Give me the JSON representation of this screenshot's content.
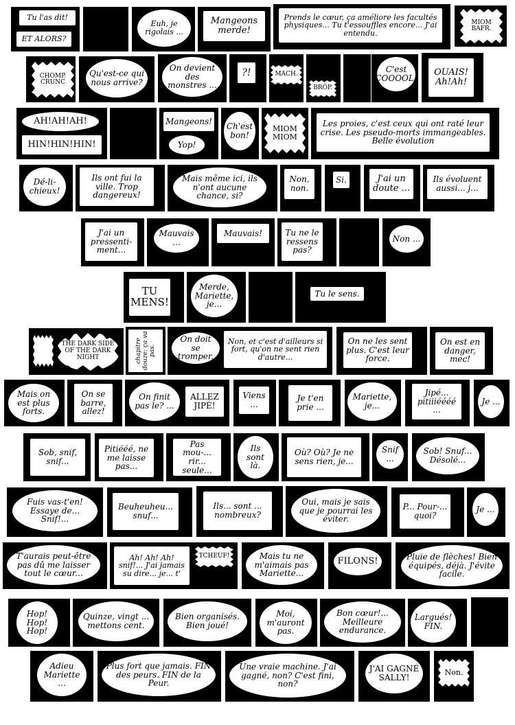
{
  "page": {
    "background": "#ffffff",
    "ink": "#000000",
    "title_panel": {
      "text": "THE DARK SIDE OF THE DARK NIGHT",
      "ornament": "✱"
    },
    "chapter_label": "chapitre douze: ça va pas."
  },
  "rows": [
    {
      "panels": [
        {
          "balloons": [
            "Tu l'as dit!",
            "ET ALORS?"
          ]
        },
        {
          "balloons": []
        },
        {
          "balloons": [
            "Euh, je rigolais ..."
          ]
        },
        {
          "balloons": [
            "Mangeons merde!"
          ]
        },
        {
          "balloons": [
            "Prends le cœur, ça améliore les facultés physiques... Tu t'essouffles encore... J'ai entendu."
          ]
        },
        {
          "balloons": [
            "MIOM BAFR."
          ]
        }
      ]
    },
    {
      "panels": [
        {
          "balloons": [
            "CHOMP. CRUNC"
          ]
        },
        {
          "balloons": [
            "Qu'est-ce qui nous arrive?"
          ]
        },
        {
          "balloons": [
            "On devient des monstres ..."
          ]
        },
        {
          "balloons": [
            "?!"
          ]
        },
        {
          "balloons": [
            "MACH."
          ]
        },
        {
          "balloons": [
            "BRÔP."
          ]
        },
        {
          "balloons": []
        },
        {
          "balloons": [
            "C'est COOOOL!"
          ]
        },
        {
          "balloons": [
            "OUAIS! Ah!Ah!"
          ]
        }
      ]
    },
    {
      "panels": [
        {
          "balloons": [
            "AH!AH!AH!",
            "HIN!HIN!HIN!"
          ]
        },
        {
          "balloons": []
        },
        {
          "balloons": [
            "Mangeons!",
            "Yop!"
          ]
        },
        {
          "balloons": [
            "Ch'est bon!"
          ]
        },
        {
          "balloons": [
            "MIOM MIOM"
          ]
        },
        {
          "balloons": [
            "Les proies, c'est ceux qui ont raté leur crise. Les pseudo-morts immangeables. Belle évolution"
          ]
        }
      ]
    },
    {
      "panels": [
        {
          "balloons": [
            "Dé-li-chieux!"
          ]
        },
        {
          "balloons": [
            "Ils ont fui la ville. Trop dangereux!"
          ]
        },
        {
          "balloons": [
            "Mais même ici, ils n'ont aucune chance, si?"
          ]
        },
        {
          "balloons": [
            "Non, non."
          ]
        },
        {
          "balloons": [
            "Si."
          ]
        },
        {
          "balloons": [
            "J'ai un doute ..."
          ]
        },
        {
          "balloons": [
            "Ils évoluent aussi... j..."
          ]
        }
      ]
    },
    {
      "panels": [
        {
          "balloons": [
            "J'ai un pressenti-ment..."
          ]
        },
        {
          "balloons": [
            "Mauvais ..."
          ]
        },
        {
          "balloons": [
            "Mauvais!"
          ]
        },
        {
          "balloons": [
            "Tu ne le ressens pas?"
          ]
        },
        {
          "balloons": []
        },
        {
          "balloons": [
            "Non ..."
          ]
        }
      ]
    },
    {
      "panels": [
        {
          "balloons": [
            "TU MENS!"
          ]
        },
        {
          "balloons": [
            "Merde, Mariette, je..."
          ]
        },
        {
          "balloons": []
        },
        {
          "balloons": [
            "Tu le sens."
          ]
        }
      ]
    },
    {
      "panels": [
        {
          "balloons": []
        },
        {
          "balloons": []
        },
        {
          "balloons": [
            "On doit se tromper.",
            "Non, et c'est d'ailleurs si fort, qu'on ne sent rien d'autre..."
          ]
        },
        {
          "balloons": [
            "On ne les sent plus. C'est leur force."
          ]
        },
        {
          "balloons": [
            "On est en danger, mec!"
          ]
        }
      ]
    },
    {
      "panels": [
        {
          "balloons": [
            "Mais on est plus forts."
          ]
        },
        {
          "balloons": [
            "On se barre, allez!"
          ]
        },
        {
          "balloons": [
            "On finit pas le? ...",
            "ALLEZ JIPÉ!"
          ]
        },
        {
          "balloons": [
            "Viens ..."
          ]
        },
        {
          "balloons": [
            "Je t'en prie ..."
          ]
        },
        {
          "balloons": [
            "Mariette, je..."
          ]
        },
        {
          "balloons": [
            "Jipé... pitiiiéééé ..."
          ]
        },
        {
          "balloons": [
            "Je ..."
          ]
        }
      ]
    },
    {
      "panels": [
        {
          "balloons": [
            "Sob, snif, snif..."
          ]
        },
        {
          "balloons": [
            "Pitiééé, ne me laisse pas..."
          ]
        },
        {
          "balloons": [
            "Pas mou-... rir... seule..."
          ]
        },
        {
          "balloons": [
            "Ils sont là."
          ]
        },
        {
          "balloons": [
            "Où? Où? Je ne sens rien, je..."
          ]
        },
        {
          "balloons": [
            "Snif ..."
          ]
        },
        {
          "balloons": [
            "Sob! Snuf... Désolé..."
          ]
        }
      ]
    },
    {
      "panels": [
        {
          "balloons": [
            "Fuis vas-t'en! Essaye de... Snif!..."
          ]
        },
        {
          "balloons": [
            "Beuheuheu... snuf..."
          ]
        },
        {
          "balloons": [
            "Ils... sont ... nombreux?"
          ]
        },
        {
          "balloons": [
            "Oui, mais je sais que je pourrai les éviter."
          ]
        },
        {
          "balloons": [
            "P... Pour-... quoi?"
          ]
        },
        {
          "balloons": [
            "Je ..."
          ]
        }
      ]
    },
    {
      "panels": [
        {
          "balloons": [
            "T'aurais peut-être pas dû me laisser tout le cœur..."
          ]
        },
        {
          "balloons": [
            "Ah! Ah! Ah! snif!... J'ai jamais su dire... je... t'",
            "TCHEUF!"
          ]
        },
        {
          "balloons": [
            "Mais tu ne m'aimais pas Mariette..."
          ]
        },
        {
          "balloons": [
            "FILONS!"
          ]
        },
        {
          "balloons": [
            "Pluie de flèches! Bien équipés, déjà. J'évite facile."
          ]
        }
      ]
    },
    {
      "panels": [
        {
          "balloons": [
            "Hop! Hop! Hop!"
          ]
        },
        {
          "balloons": [
            "Quinze, vingt ... mettons cent."
          ]
        },
        {
          "balloons": [
            "Bien organisés. Bien joué!"
          ]
        },
        {
          "balloons": [
            "Moi, m'auront pas."
          ]
        },
        {
          "balloons": [
            "Bon cœur!... Meilleure endurance."
          ]
        },
        {
          "balloons": [
            "Largués! FIN."
          ]
        },
        {
          "balloons": []
        }
      ]
    },
    {
      "panels": [
        {
          "balloons": [
            "Adieu Mariette ..."
          ]
        },
        {
          "balloons": [
            "Plus fort que jamais. FIN des peurs. FIN de la Peur."
          ]
        },
        {
          "balloons": [
            "Une vraie machine. J'ai gagné, non? C'est fini, non?"
          ]
        },
        {
          "balloons": [
            "J'AI GAGNÉ SALLY!"
          ]
        },
        {
          "balloons": [
            "Non."
          ]
        }
      ]
    }
  ]
}
